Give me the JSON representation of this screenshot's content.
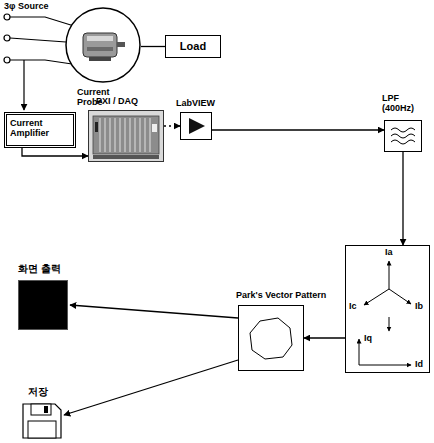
{
  "diagram": {
    "nodes": [
      {
        "text": [
          "Current Probe"
        ]
      },
      {
        "text": [
          "Load"
        ]
      },
      {
        "text": [
          "Current Amplifier"
        ]
      },
      {
        "text": [
          "PXI / DAQ"
        ]
      },
      {
        "text": [
          "LabVIEW"
        ]
      },
      {
        "text": [
          "LPF (400Hz)"
        ]
      },
      {
        "text": [
          "Ia",
          "Ic",
          "Ib",
          "Iq",
          "Id"
        ]
      },
      {
        "text": [
          "Park's Vector Pattern"
        ]
      },
      {
        "text": [
          "화면 출력"
        ]
      },
      {
        "text": [
          "저장"
        ]
      }
    ],
    "edges": [
      {
        "from": 0,
        "to": 1,
        "arrow": "none"
      },
      {
        "from": 2,
        "to": 3,
        "arrow": "to"
      },
      {
        "from": 3,
        "to": 4,
        "arrow": "to"
      },
      {
        "from": 4,
        "to": 5,
        "arrow": "to"
      },
      {
        "from": 5,
        "to": 6,
        "arrow": "to"
      },
      {
        "from": 6,
        "to": 7,
        "arrow": "to"
      },
      {
        "from": 7,
        "to": 8,
        "arrow": "to"
      },
      {
        "from": 7,
        "to": 9,
        "arrow": "to"
      }
    ],
    "labels": [
      "3φ Source"
    ]
  }
}
